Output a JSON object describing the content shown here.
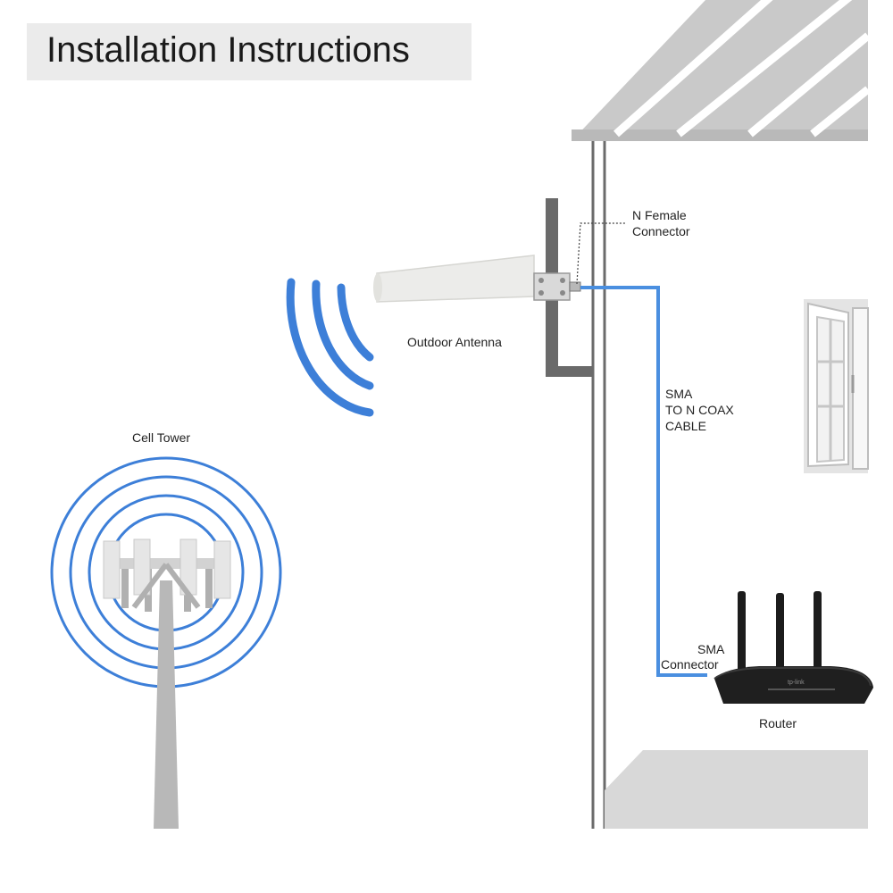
{
  "title": "Installation Instructions",
  "labels": {
    "n_female_1": "N Female",
    "n_female_2": "Connector",
    "outdoor_antenna": "Outdoor Antenna",
    "cable_1": "SMA",
    "cable_2": "TO N COAX",
    "cable_3": "CABLE",
    "cell_tower": "Cell Tower",
    "sma_1": "SMA",
    "sma_2": "Connector",
    "router": "Router",
    "router_logo": "tp-link"
  },
  "colors": {
    "signal_blue": "#3d7fd8",
    "cable_blue": "#4a8fe0",
    "house_gray": "#c9c9c9",
    "wall_line": "#6b6b6b",
    "router_black": "#1c1c1c",
    "title_bg": "#ebebeb"
  },
  "icons": [
    "cell-tower-icon",
    "outdoor-antenna-icon",
    "router-icon",
    "signal-waves-icon",
    "window-icon",
    "house-roof-icon"
  ]
}
